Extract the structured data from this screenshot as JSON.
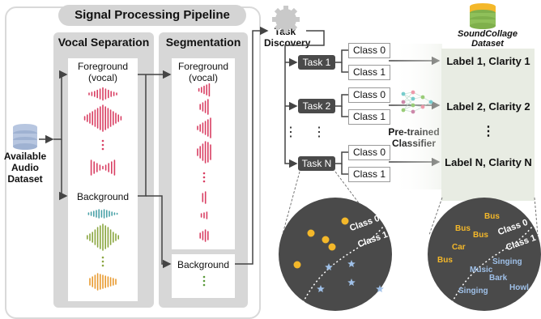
{
  "pipeline": {
    "title": "Signal Processing Pipeline",
    "vocal_separation": {
      "title": "Vocal Separation",
      "foreground_label": "Foreground\n(vocal)",
      "background_label": "Background",
      "dots": "⋮"
    },
    "segmentation": {
      "title": "Segmentation",
      "foreground_label": "Foreground\n(vocal)",
      "background_label": "Background",
      "dots": "⋮"
    }
  },
  "input": {
    "label": "Available\nAudio\nDataset"
  },
  "task_discovery": {
    "label": "Task\nDiscovery"
  },
  "tasks": [
    {
      "label": "Task 1",
      "classes": [
        "Class 0",
        "Class 1"
      ]
    },
    {
      "label": "Task 2",
      "classes": [
        "Class 0",
        "Class 1"
      ]
    },
    {
      "label": "Task N",
      "classes": [
        "Class 0",
        "Class 1"
      ]
    }
  ],
  "task_dots": "⋮",
  "classifier": {
    "label": "Pre-trained\nClassifier",
    "dots": "⋮"
  },
  "dataset": {
    "title": "SoundCollage\nDataset",
    "rows": [
      "Label 1, Clarity 1",
      "Label 2, Clarity 2",
      "Label N, Clarity N"
    ],
    "dots": "⋮"
  },
  "left_circle": {
    "class0": "Class 0",
    "class1": "Class 1"
  },
  "right_circle": {
    "class0": "Class 0",
    "class1": "Class 1",
    "yellow_words": [
      "Bus",
      "Bus",
      "Bus",
      "Car",
      "Bus"
    ],
    "blue_words": [
      "Singing",
      "Music",
      "Bark",
      "Singing",
      "Howl"
    ]
  },
  "colors": {
    "pink": "#d93f63",
    "teal": "#4aa2a8",
    "olive": "#8aa640",
    "orange": "#e89a2f",
    "green": "#5a9a3a",
    "dark": "#444444",
    "yellow": "#f4b82a",
    "light_blue": "#9fc0e8"
  }
}
